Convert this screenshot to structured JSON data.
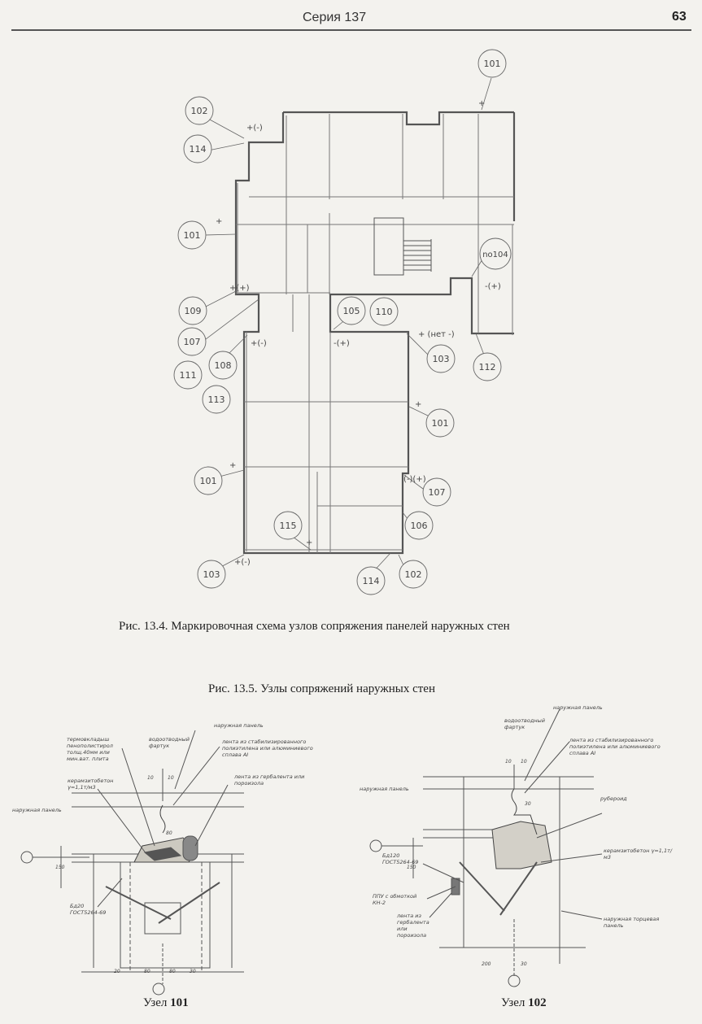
{
  "header": {
    "title": "Серия 137",
    "page_number": "63"
  },
  "figure_13_4": {
    "caption": "Рис. 13.4. Маркировочная схема узлов сопряжения панелей наружных стен",
    "callouts": [
      "101",
      "102",
      "114",
      "101",
      "no104",
      "109",
      "107",
      "105",
      "110",
      "103",
      "112",
      "111",
      "108",
      "113",
      "101",
      "101",
      "107",
      "106",
      "115",
      "103",
      "114",
      "102"
    ],
    "signs": [
      "+",
      "+(-)",
      "+",
      "+(+)",
      "-(+)",
      "+(-)",
      "-(+)",
      "+ (нет -)",
      "+",
      "+",
      "(-)(+)",
      "+",
      "+(-)"
    ]
  },
  "figure_13_5": {
    "caption": "Рис. 13.5. Узлы сопряжений наружных стен",
    "node_101": {
      "prefix": "Узел ",
      "number": "101",
      "notes": {
        "insulation": "термовкладыш пенополистирол толщ.40мм или мин.ват. плита",
        "drip": "водоотводный фартук",
        "outer_panel_top": "наружная панель",
        "tape": "лента из стабилизированного полиэтилена или алюминиевого сплава АI",
        "claydite": "керамзитобетон γ=1,1т/м3",
        "outer_panel_left": "наружная панель",
        "sealant": "лента из гербалента или пороизола",
        "bolt": "Бд20 ГОСТ5264-69"
      },
      "dims": [
        "20",
        "80",
        "80",
        "30",
        "150",
        "10",
        "10",
        "80"
      ]
    },
    "node_102": {
      "prefix": "Узел ",
      "number": "102",
      "notes": {
        "outer_panel_top": "наружная панель",
        "drip": "водоотводный фартук",
        "tape": "лента из стабилизированного полиэтилена или алюминиевого сплава АI",
        "outer_panel_left": "наружная панель",
        "ruberoid": "рубероид",
        "claydite": "керамзитобетон γ=1,1т/м3",
        "bolt": "Бд120 ГОСТ5264-69",
        "ppu": "ППУ с обмоткой КН-2",
        "sealant": "лента из гербалента или пороизола",
        "end_panel": "наружная торцевая панель"
      },
      "dims": [
        "200",
        "30",
        "10",
        "10",
        "30",
        "150"
      ]
    }
  }
}
